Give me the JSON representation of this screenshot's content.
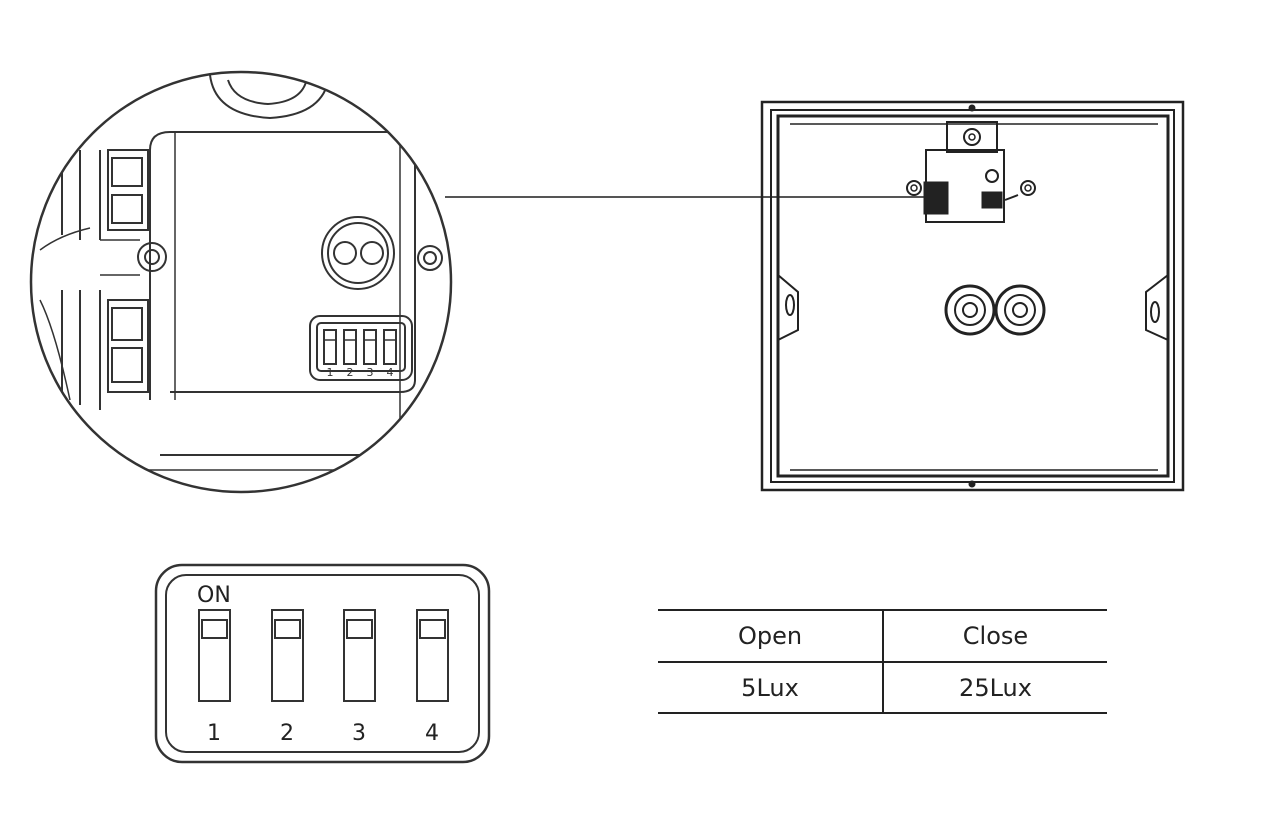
{
  "dip_switch": {
    "on_label": "ON",
    "switch_numbers": [
      "1",
      "2",
      "3",
      "4"
    ],
    "switch_states": [
      "on",
      "on",
      "on",
      "on"
    ]
  },
  "lux_table": {
    "headers": {
      "open": "Open",
      "close": "Close"
    },
    "values": {
      "open": "5Lux",
      "close": "25Lux"
    }
  },
  "detail_dip_numbers": [
    "1",
    "2",
    "3",
    "4"
  ],
  "colors": {
    "line": "#222222",
    "background": "#ffffff"
  }
}
